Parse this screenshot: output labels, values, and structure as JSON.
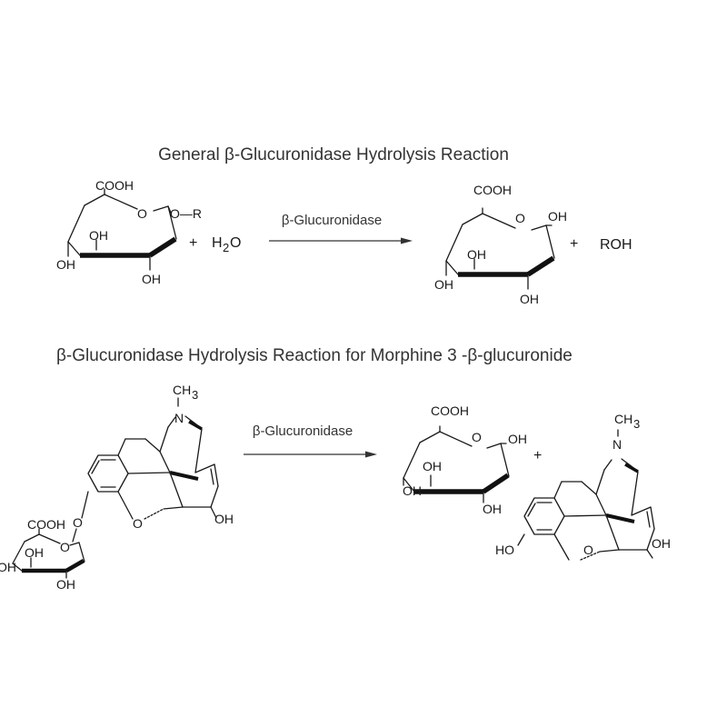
{
  "reaction_general": {
    "title": "General β-Glucuronidase Hydrolysis Reaction",
    "enzyme": "β-Glucuronidase",
    "plus": "+",
    "water_h": "H",
    "water_sub": "2",
    "water_o": "O",
    "product_roh": "ROH",
    "sugar": {
      "cooh": "COOH",
      "ring_o": "O",
      "oh": "OH",
      "o_r": "O—R"
    }
  },
  "reaction_morphine": {
    "title": "β-Glucuronidase Hydrolysis Reaction for Morphine  3 -β-glucuronide",
    "enzyme": "β-Glucuronidase",
    "plus": "+",
    "methyl": "CH",
    "methyl_sub": "3",
    "n": "N",
    "o": "O",
    "oh": "OH",
    "ho": "HO",
    "cooh": "COOH"
  }
}
